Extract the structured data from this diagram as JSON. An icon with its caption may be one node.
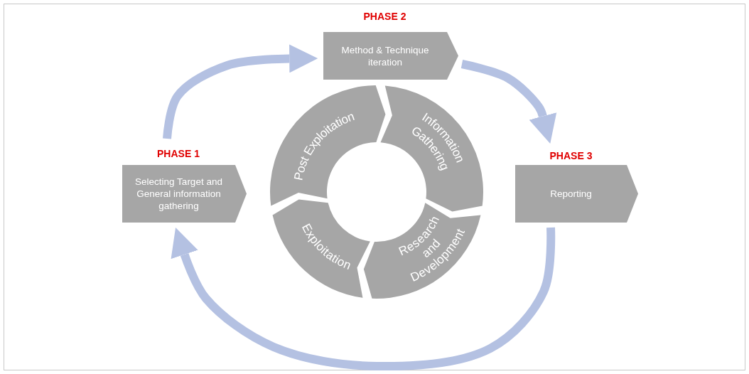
{
  "diagram": {
    "nodes": [
      {
        "text": [
          "PHASE 1",
          "Selecting Target and General information gathering"
        ]
      },
      {
        "text": [
          "PHASE 2",
          "Method & Technique iteration"
        ]
      },
      {
        "text": [
          "PHASE 3",
          "Reporting"
        ]
      },
      {
        "text": [
          "Information Gathering"
        ]
      },
      {
        "text": [
          "Research and Development"
        ]
      },
      {
        "text": [
          "Exploitation"
        ]
      },
      {
        "text": [
          "Post Exploitation"
        ]
      }
    ],
    "edges": [
      {
        "from": 0,
        "to": 1,
        "arrow": "to"
      },
      {
        "from": 1,
        "to": 2,
        "arrow": "to"
      },
      {
        "from": 2,
        "to": 0,
        "arrow": "to"
      }
    ]
  }
}
